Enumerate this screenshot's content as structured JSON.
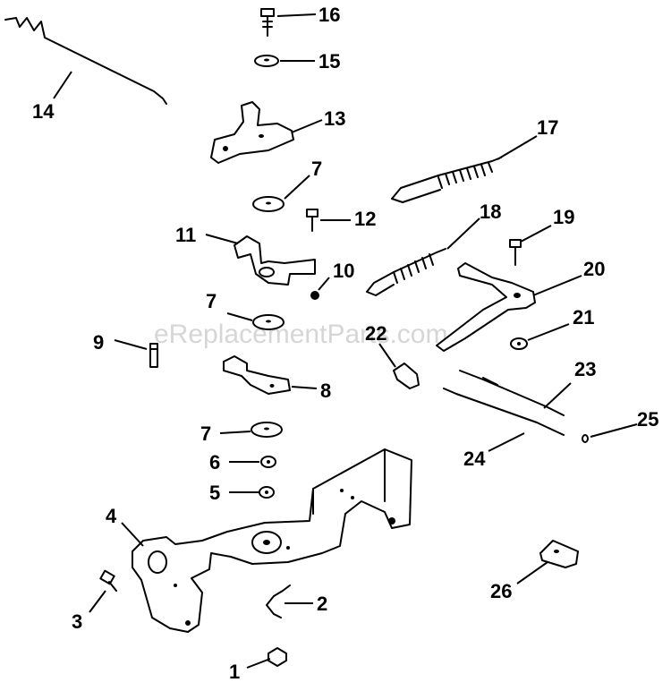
{
  "watermark": "eReplacementParts.com",
  "callouts": {
    "c1": "1",
    "c2": "2",
    "c3": "3",
    "c4": "4",
    "c5": "5",
    "c6": "6",
    "c7a": "7",
    "c7b": "7",
    "c7c": "7",
    "c8": "8",
    "c9": "9",
    "c10": "10",
    "c11": "11",
    "c12": "12",
    "c13": "13",
    "c14": "14",
    "c15": "15",
    "c16": "16",
    "c17": "17",
    "c18": "18",
    "c19": "19",
    "c20": "20",
    "c21": "21",
    "c22": "22",
    "c23": "23",
    "c24": "24",
    "c25": "25",
    "c26": "26"
  }
}
